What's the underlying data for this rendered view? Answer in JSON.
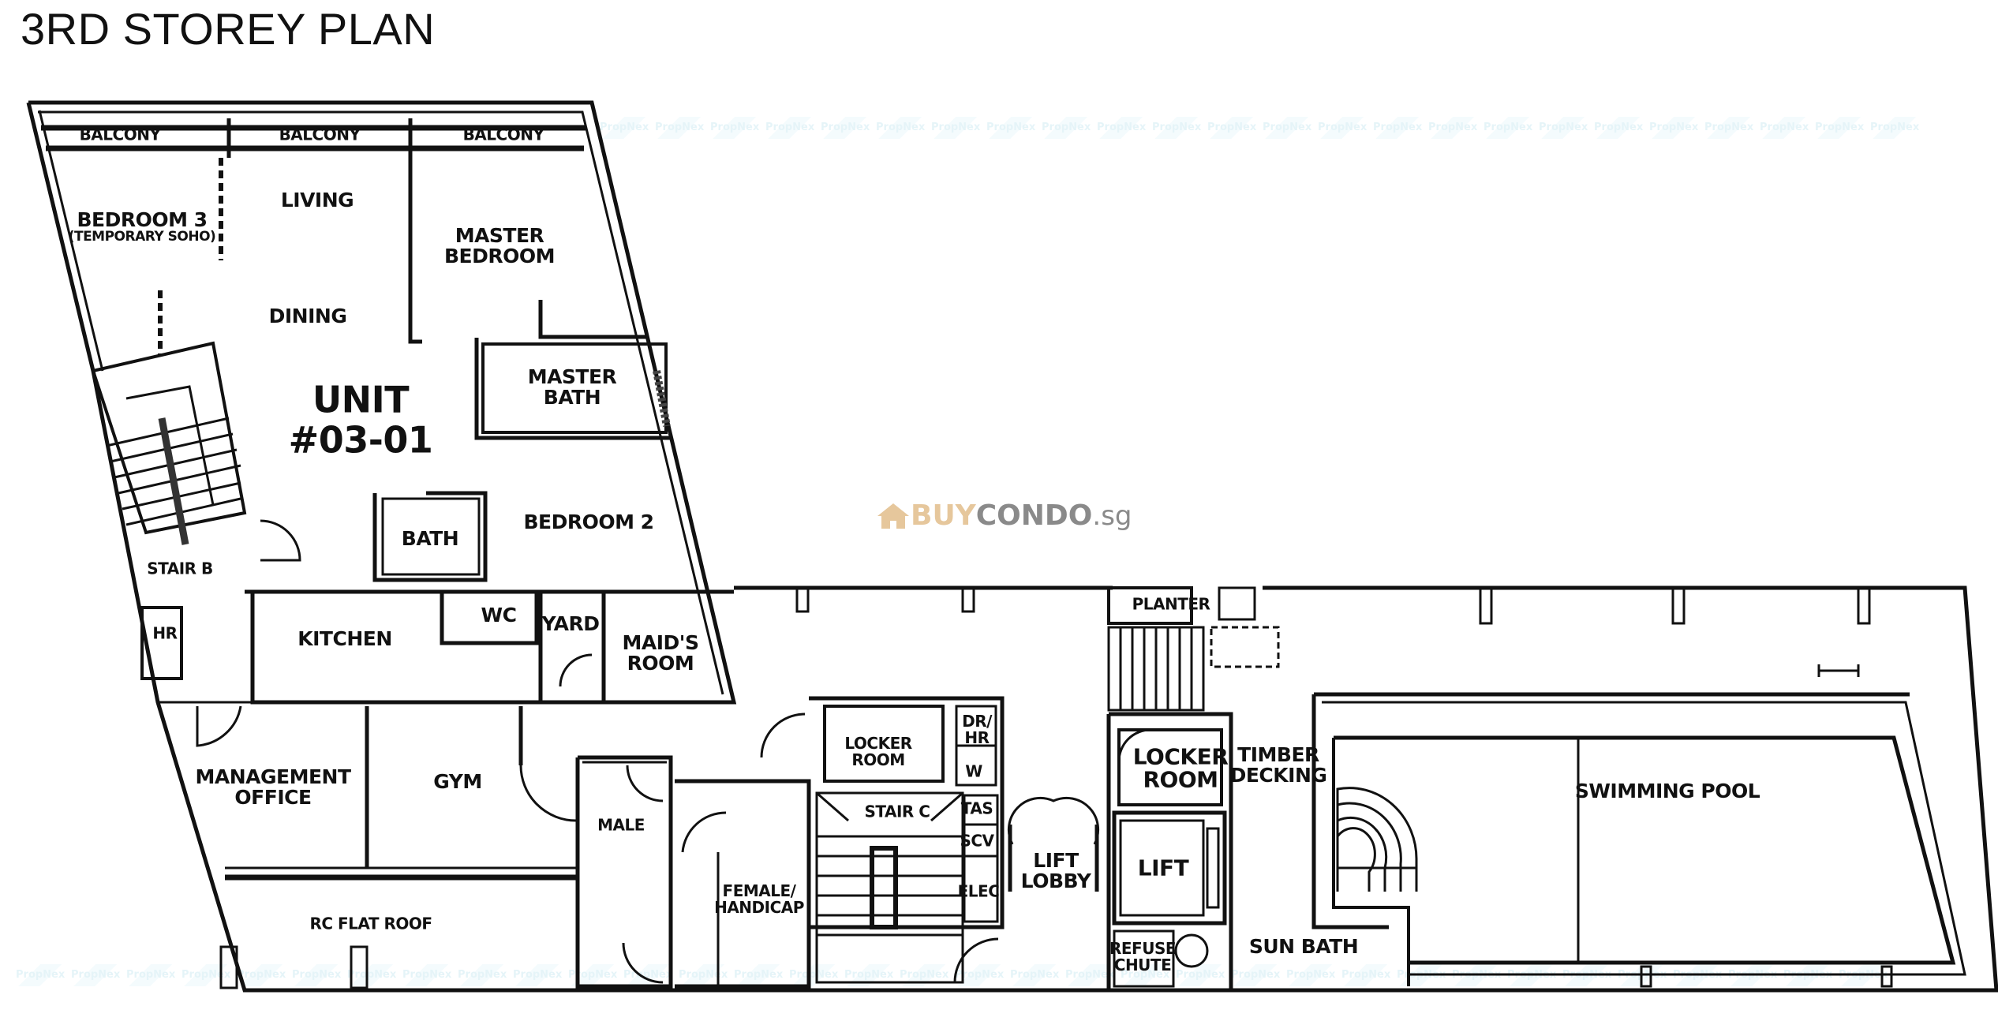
{
  "title": "3RD STOREY PLAN",
  "watermark": {
    "icon": "house-icon",
    "buy": "BUY",
    "condo": "CONDO",
    "tld": ".sg",
    "colors": {
      "buy": "#e6c79c",
      "condo": "#8a8a8a"
    }
  },
  "background_watermark_text": "PropNex",
  "unit": {
    "label": "UNIT",
    "number": "#03-01"
  },
  "rooms": {
    "balcony_1": "BALCONY",
    "balcony_2": "BALCONY",
    "balcony_3": "BALCONY",
    "bedroom3": "BEDROOM 3",
    "bedroom3_sub": "(TEMPORARY SOHO)",
    "living": "LIVING",
    "dining": "DINING",
    "master_bedroom_1": "MASTER",
    "master_bedroom_2": "BEDROOM",
    "master_bath_1": "MASTER",
    "master_bath_2": "BATH",
    "bath": "BATH",
    "bedroom2": "BEDROOM 2",
    "stair_b": "STAIR B",
    "hr": "HR",
    "kitchen": "KITCHEN",
    "wc": "WC",
    "yard": "YARD",
    "maids_room_1": "MAID'S",
    "maids_room_2": "ROOM",
    "management_office_1": "MANAGEMENT",
    "management_office_2": "OFFICE",
    "gym": "GYM",
    "rc_flat_roof": "RC FLAT ROOF",
    "male": "MALE",
    "female_1": "FEMALE/",
    "female_2": "HANDICAP",
    "locker_room_a_1": "LOCKER",
    "locker_room_a_2": "ROOM",
    "dr_hr_1": "DR/",
    "dr_hr_2": "HR",
    "w": "W",
    "tas": "TAS",
    "scv": "SCV",
    "elec": "ELEC",
    "stair_c": "STAIR C",
    "lift_lobby_1": "LIFT",
    "lift_lobby_2": "LOBBY",
    "planter": "PLANTER",
    "locker_room_b_1": "LOCKER",
    "locker_room_b_2": "ROOM",
    "lift": "LIFT",
    "refuse_chute_1": "REFUSE",
    "refuse_chute_2": "CHUTE",
    "timber_decking_1": "TIMBER",
    "timber_decking_2": "DECKING",
    "sun_bath": "SUN BATH",
    "swimming_pool": "SWIMMING POOL"
  }
}
